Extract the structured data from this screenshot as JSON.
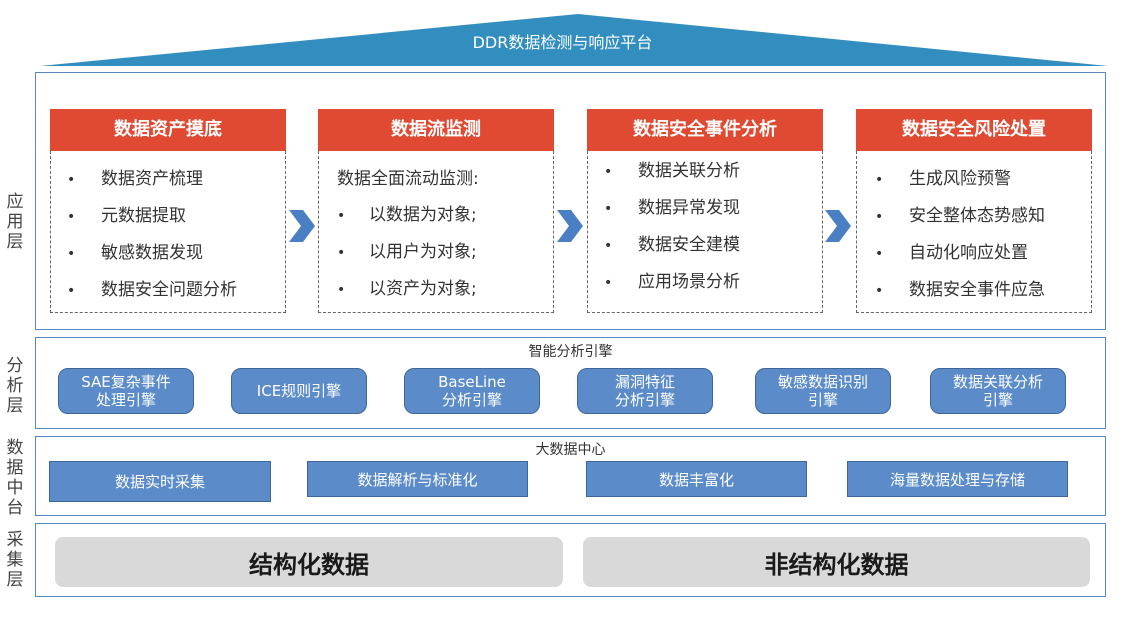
{
  "platform": {
    "title": "DDR数据检测与响应平台",
    "roof_color": "#318ebf"
  },
  "layers": {
    "application": "应用层",
    "analysis": "分析层",
    "data_center": "数据中台",
    "collection": "采集层"
  },
  "application_cards": [
    {
      "title": "数据资产摸底",
      "lead": "",
      "items": [
        "数据资产梳理",
        "元数据提取",
        "敏感数据发现",
        "数据安全问题分析"
      ]
    },
    {
      "title": "数据流监测",
      "lead": "数据全面流动监测:",
      "items": [
        "以数据为对象;",
        "以用户为对象;",
        "以资产为对象;"
      ]
    },
    {
      "title": "数据安全事件分析",
      "lead": "",
      "items": [
        "数据关联分析",
        "数据异常发现",
        "数据安全建模",
        "应用场景分析"
      ]
    },
    {
      "title": "数据安全风险处置",
      "lead": "",
      "items": [
        "生成风险预警",
        "安全整体态势感知",
        "自动化响应处置",
        "数据安全事件应急"
      ]
    }
  ],
  "bullet": "•",
  "analysis": {
    "title": "智能分析引擎",
    "engines": [
      [
        "SAE复杂事件",
        "处理引擎"
      ],
      [
        "ICE规则引擎"
      ],
      [
        "BaseLine",
        "分析引擎"
      ],
      [
        "漏洞特征",
        "分析引擎"
      ],
      [
        "敏感数据识别",
        "引擎"
      ],
      [
        "数据关联分析",
        "引擎"
      ]
    ]
  },
  "data_center": {
    "title": "大数据中心",
    "modules": [
      "数据实时采集",
      "数据解析与标准化",
      "数据丰富化",
      "海量数据处理与存储"
    ]
  },
  "collection": {
    "sources": [
      "结构化数据",
      "非结构化数据"
    ]
  },
  "colors": {
    "card_header": "#e04a32",
    "engine_fill": "#5b8cc9",
    "panel_border": "#5a86c0",
    "source_fill": "#d9d9d9",
    "chevron": "#4a7fc4"
  }
}
